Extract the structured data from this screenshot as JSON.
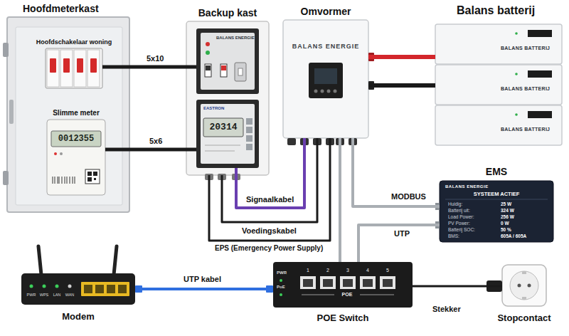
{
  "diagram": {
    "nodes": [
      {
        "text": [
          "Hoofdmeterkast"
        ]
      },
      {
        "text": [
          "Hoofdschakelaar woning"
        ],
        "in": 0
      },
      {
        "text": [
          "Slimme meter",
          "0012355"
        ],
        "in": 0
      },
      {
        "text": [
          "Backup kast"
        ]
      },
      {
        "text": [
          "BALANS ENERGIE"
        ],
        "in": 3
      },
      {
        "text": [
          "EASTRON",
          "20314"
        ],
        "in": 3
      },
      {
        "text": [
          "Omvormer",
          "BALANS ENERGIE"
        ]
      },
      {
        "text": [
          "Balans batterij"
        ]
      },
      {
        "text": [
          "BALANS BATTERIJ"
        ],
        "in": 7
      },
      {
        "text": [
          "BALANS BATTERIJ"
        ],
        "in": 7
      },
      {
        "text": [
          "BALANS BATTERIJ"
        ],
        "in": 7
      },
      {
        "text": [
          "EMS",
          "BALANS ENERGIE",
          "SYSTEEM ACTIEF",
          "Huidig:",
          "25 W",
          "Batterij uit:",
          "324 W",
          "Load Power:",
          "256 W",
          "PV Power:",
          "0 W",
          "Batterij SOC:",
          "50 %",
          "BMS:",
          "605A / 605A"
        ]
      },
      {
        "text": [
          "Modem",
          "PWR",
          "WPS",
          "LAN",
          "WAN"
        ]
      },
      {
        "text": [
          "POE Switch",
          "PWR",
          "PoE",
          "1",
          "2",
          "3",
          "4",
          "5",
          "POE"
        ]
      },
      {
        "text": [
          "Stopcontact"
        ]
      }
    ],
    "edges": [
      {
        "from": 1,
        "to": 4,
        "label": "5x10",
        "arrow": "none"
      },
      {
        "from": 2,
        "to": 5,
        "label": "5x6",
        "arrow": "none"
      },
      {
        "from": 5,
        "to": 6,
        "label": "Signaalkabel",
        "arrow": "none"
      },
      {
        "from": 3,
        "to": 6,
        "label": "Voedingskabel",
        "arrow": "none"
      },
      {
        "from": 3,
        "to": 6,
        "label": "EPS (Emergency Power Supply)",
        "arrow": "none"
      },
      {
        "from": 6,
        "to": 8,
        "arrow": "none"
      },
      {
        "from": 6,
        "to": 9,
        "arrow": "none"
      },
      {
        "from": 6,
        "to": 11,
        "label": "MODBUS",
        "arrow": "none"
      },
      {
        "from": 6,
        "to": 13,
        "arrow": "none"
      },
      {
        "from": 11,
        "to": 13,
        "label": "UTP",
        "arrow": "none"
      },
      {
        "from": 12,
        "to": 13,
        "label": "UTP kabel",
        "arrow": "none"
      },
      {
        "from": 13,
        "to": 14,
        "label": "Stekker",
        "arrow": "none"
      }
    ]
  }
}
